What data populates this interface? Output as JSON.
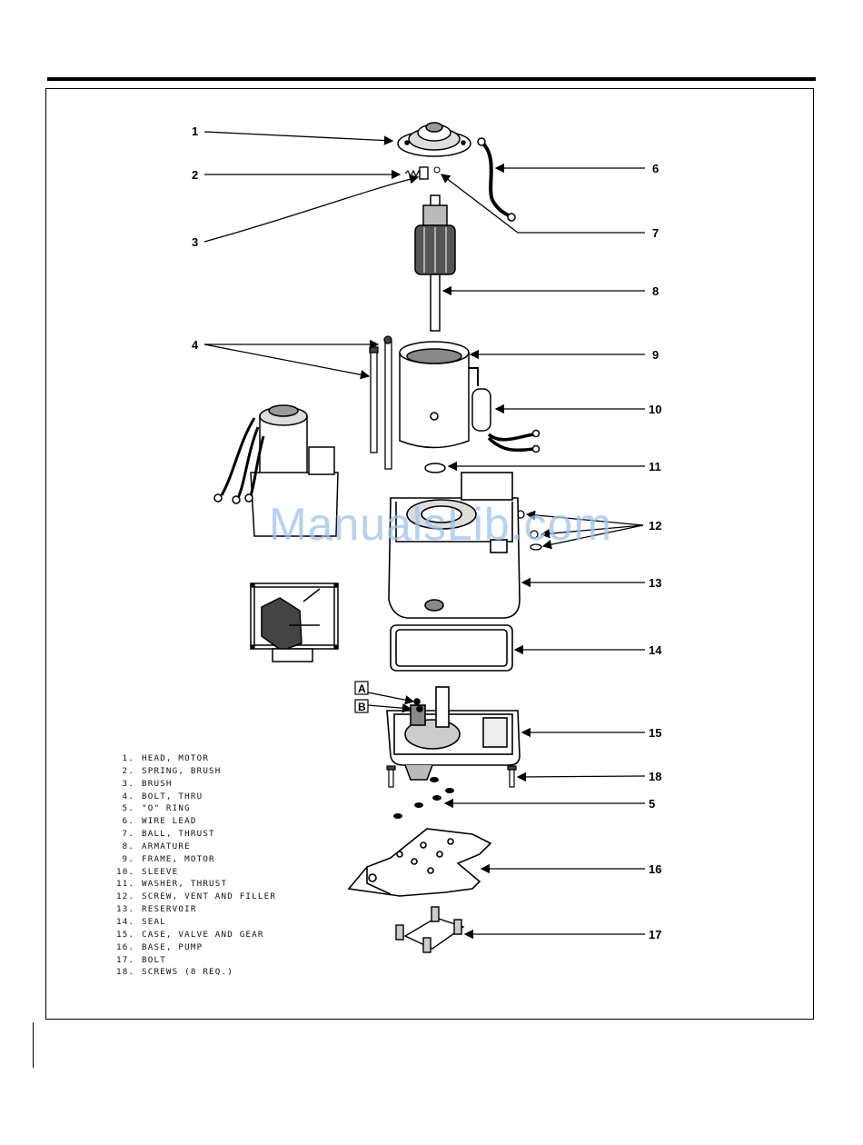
{
  "watermark": "ManualsLib.com",
  "callouts": [
    {
      "id": "c1",
      "text": "1"
    },
    {
      "id": "c2",
      "text": "2"
    },
    {
      "id": "c3",
      "text": "3"
    },
    {
      "id": "c4",
      "text": "4"
    },
    {
      "id": "c5",
      "text": "5"
    },
    {
      "id": "c6",
      "text": "6"
    },
    {
      "id": "c7",
      "text": "7"
    },
    {
      "id": "c8",
      "text": "8"
    },
    {
      "id": "c9",
      "text": "9"
    },
    {
      "id": "c10",
      "text": "10"
    },
    {
      "id": "c11",
      "text": "11"
    },
    {
      "id": "c12",
      "text": "12"
    },
    {
      "id": "c13",
      "text": "13"
    },
    {
      "id": "c14",
      "text": "14"
    },
    {
      "id": "c15",
      "text": "15"
    },
    {
      "id": "c16",
      "text": "16"
    },
    {
      "id": "c17",
      "text": "17"
    },
    {
      "id": "c18",
      "text": "18"
    }
  ],
  "boxes": {
    "a": "A",
    "b": "B"
  },
  "legend": [
    {
      "num": "1.",
      "label": "HEAD, MOTOR"
    },
    {
      "num": "2.",
      "label": "SPRING, BRUSH"
    },
    {
      "num": "3.",
      "label": "BRUSH"
    },
    {
      "num": "4.",
      "label": "BOLT, THRU"
    },
    {
      "num": "5.",
      "label": "\"O\" RING"
    },
    {
      "num": "6.",
      "label": "WIRE LEAD"
    },
    {
      "num": "7.",
      "label": "BALL, THRUST"
    },
    {
      "num": "8.",
      "label": "ARMATURE"
    },
    {
      "num": "9.",
      "label": "FRAME, MOTOR"
    },
    {
      "num": "10.",
      "label": "SLEEVE"
    },
    {
      "num": "11.",
      "label": "WASHER, THRUST"
    },
    {
      "num": "12.",
      "label": "SCREW, VENT AND FILLER"
    },
    {
      "num": "13.",
      "label": "RESERVOIR"
    },
    {
      "num": "14.",
      "label": "SEAL"
    },
    {
      "num": "15.",
      "label": "CASE, VALVE AND GEAR"
    },
    {
      "num": "16.",
      "label": "BASE, PUMP"
    },
    {
      "num": "17.",
      "label": "BOLT"
    },
    {
      "num": "18.",
      "label": "SCREWS (8 REQ.)"
    }
  ]
}
